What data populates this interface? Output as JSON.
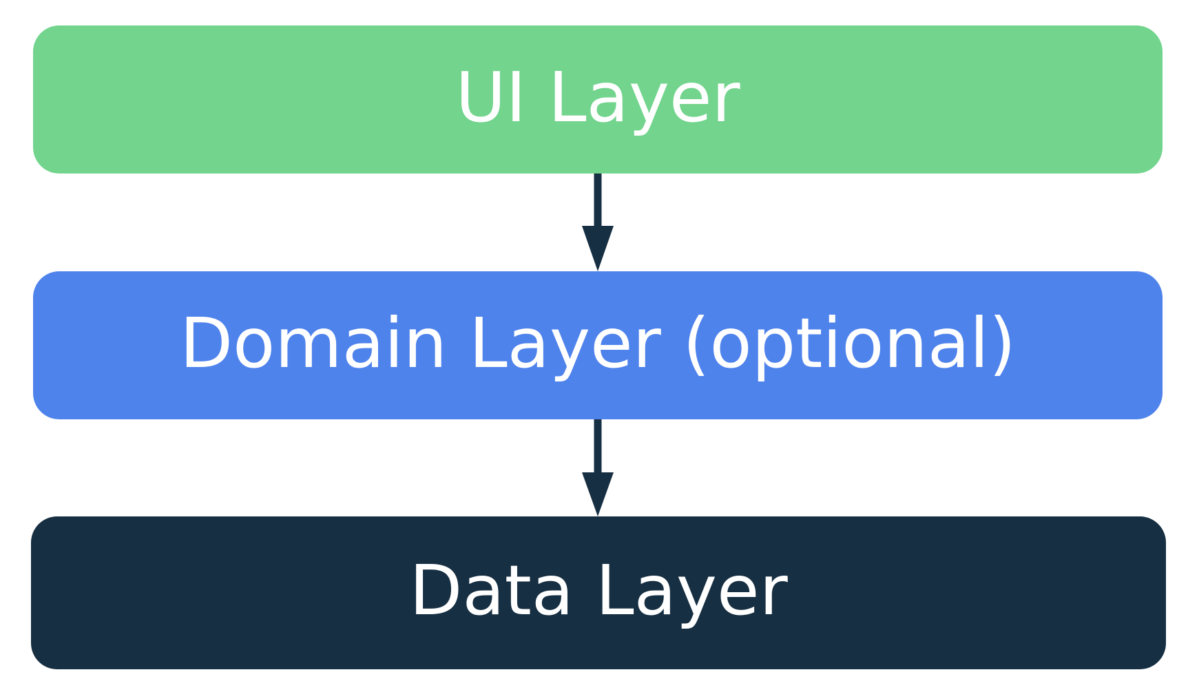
{
  "layers": [
    {
      "id": "ui",
      "label": "UI Layer",
      "color": "#72D48D"
    },
    {
      "id": "domain",
      "label": "Domain Layer (optional)",
      "color": "#4F83EC"
    },
    {
      "id": "data",
      "label": "Data Layer",
      "color": "#172F42"
    }
  ],
  "arrow_color": "#172F42",
  "connections": [
    {
      "from": "ui",
      "to": "domain"
    },
    {
      "from": "domain",
      "to": "data"
    }
  ]
}
